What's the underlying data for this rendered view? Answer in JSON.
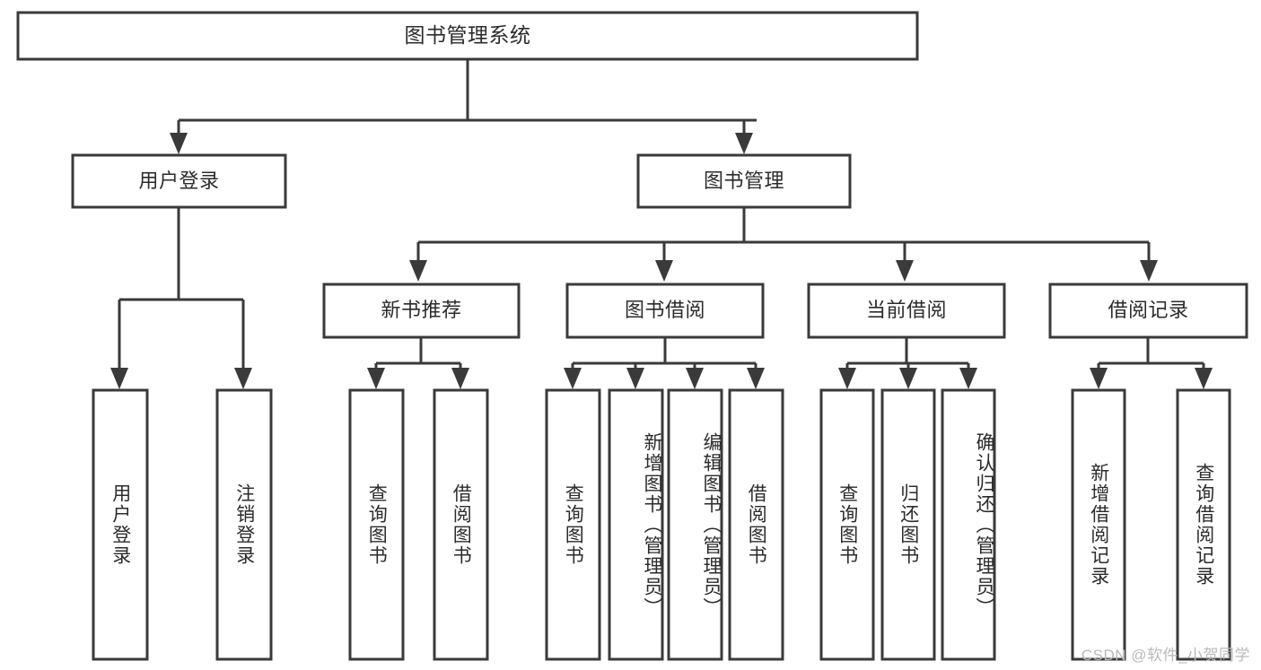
{
  "diagram": {
    "type": "tree-hierarchy",
    "title": "图书管理系统",
    "background_color": "#ffffff",
    "line_color": "#3a3a3a",
    "text_color": "#2b2b2b",
    "watermark": "CSDN @软件_小贺同学",
    "root": {
      "label": "图书管理系统",
      "orientation": "horizontal"
    },
    "level2": [
      {
        "label": "用户登录",
        "orientation": "horizontal"
      },
      {
        "label": "图书管理",
        "orientation": "horizontal"
      }
    ],
    "level3": [
      {
        "label": "新书推荐",
        "orientation": "horizontal"
      },
      {
        "label": "图书借阅",
        "orientation": "horizontal"
      },
      {
        "label": "当前借阅",
        "orientation": "horizontal"
      },
      {
        "label": "借阅记录",
        "orientation": "horizontal"
      }
    ],
    "leaves": {
      "user_login": [
        {
          "label": "用户登录",
          "orientation": "vertical"
        },
        {
          "label": "注销登录",
          "orientation": "vertical"
        }
      ],
      "new_book_recommend": [
        {
          "label": "查询图书",
          "orientation": "vertical"
        },
        {
          "label": "借阅图书",
          "orientation": "vertical"
        }
      ],
      "book_borrow": [
        {
          "label": "查询图书",
          "orientation": "vertical"
        },
        {
          "label": "新增图书（管理员）",
          "orientation": "vertical"
        },
        {
          "label": "编辑图书（管理员）",
          "orientation": "vertical"
        },
        {
          "label": "借阅图书",
          "orientation": "vertical"
        }
      ],
      "current_borrow": [
        {
          "label": "查询图书",
          "orientation": "vertical"
        },
        {
          "label": "归还图书",
          "orientation": "vertical"
        },
        {
          "label": "确认归还（管理员）",
          "orientation": "vertical"
        }
      ],
      "borrow_record": [
        {
          "label": "新增借阅记录",
          "orientation": "vertical"
        },
        {
          "label": "查询借阅记录",
          "orientation": "vertical"
        }
      ]
    }
  }
}
